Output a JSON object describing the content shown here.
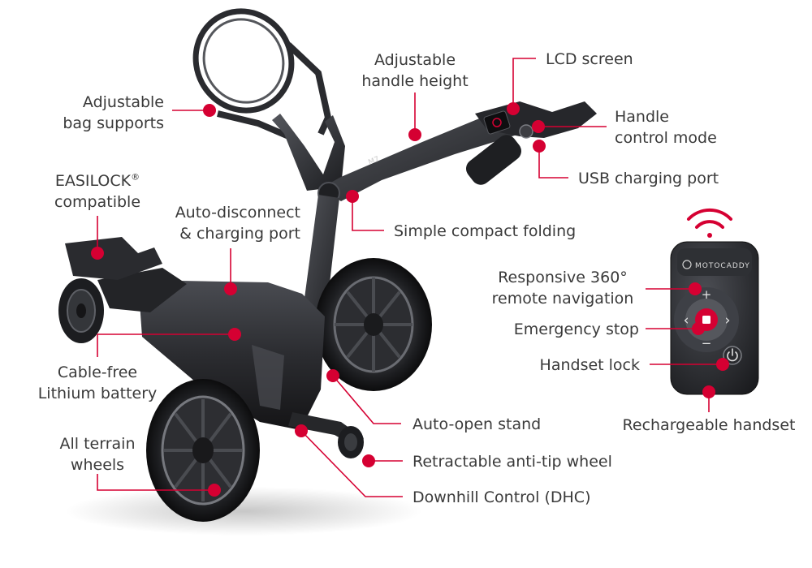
{
  "accent": "#d50032",
  "labels": {
    "bag_supports": [
      "Adjustable",
      "bag supports"
    ],
    "easilock": {
      "name": "EASILOCK",
      "mark": "®",
      "line2": "compatible"
    },
    "auto_disconnect": [
      "Auto-disconnect",
      "& charging port"
    ],
    "cable_free": [
      "Cable-free",
      "Lithium battery"
    ],
    "all_terrain": [
      "All terrain",
      "wheels"
    ],
    "handle_height": [
      "Adjustable",
      "handle height"
    ],
    "lcd": "LCD screen",
    "handle_control": [
      "Handle",
      "control mode"
    ],
    "usb": "USB charging port",
    "folding": "Simple compact folding",
    "remote_nav": [
      "Responsive 360°",
      "remote navigation"
    ],
    "emergency": "Emergency stop",
    "handset_lock": "Handset lock",
    "rechargeable": "Rechargeable handset",
    "auto_open": "Auto-open stand",
    "anti_tip": "Retractable anti-tip wheel",
    "dhc": "Downhill Control (DHC)"
  },
  "remote": {
    "brand": "MOTOCADDY",
    "plus": "+",
    "minus": "−",
    "left": "‹",
    "right": "›"
  },
  "trolley": {
    "model_badge": "M7"
  },
  "icons": [
    "wifi-signal-icon",
    "power-icon",
    "motocaddy-logo-icon",
    "stop-icon"
  ]
}
